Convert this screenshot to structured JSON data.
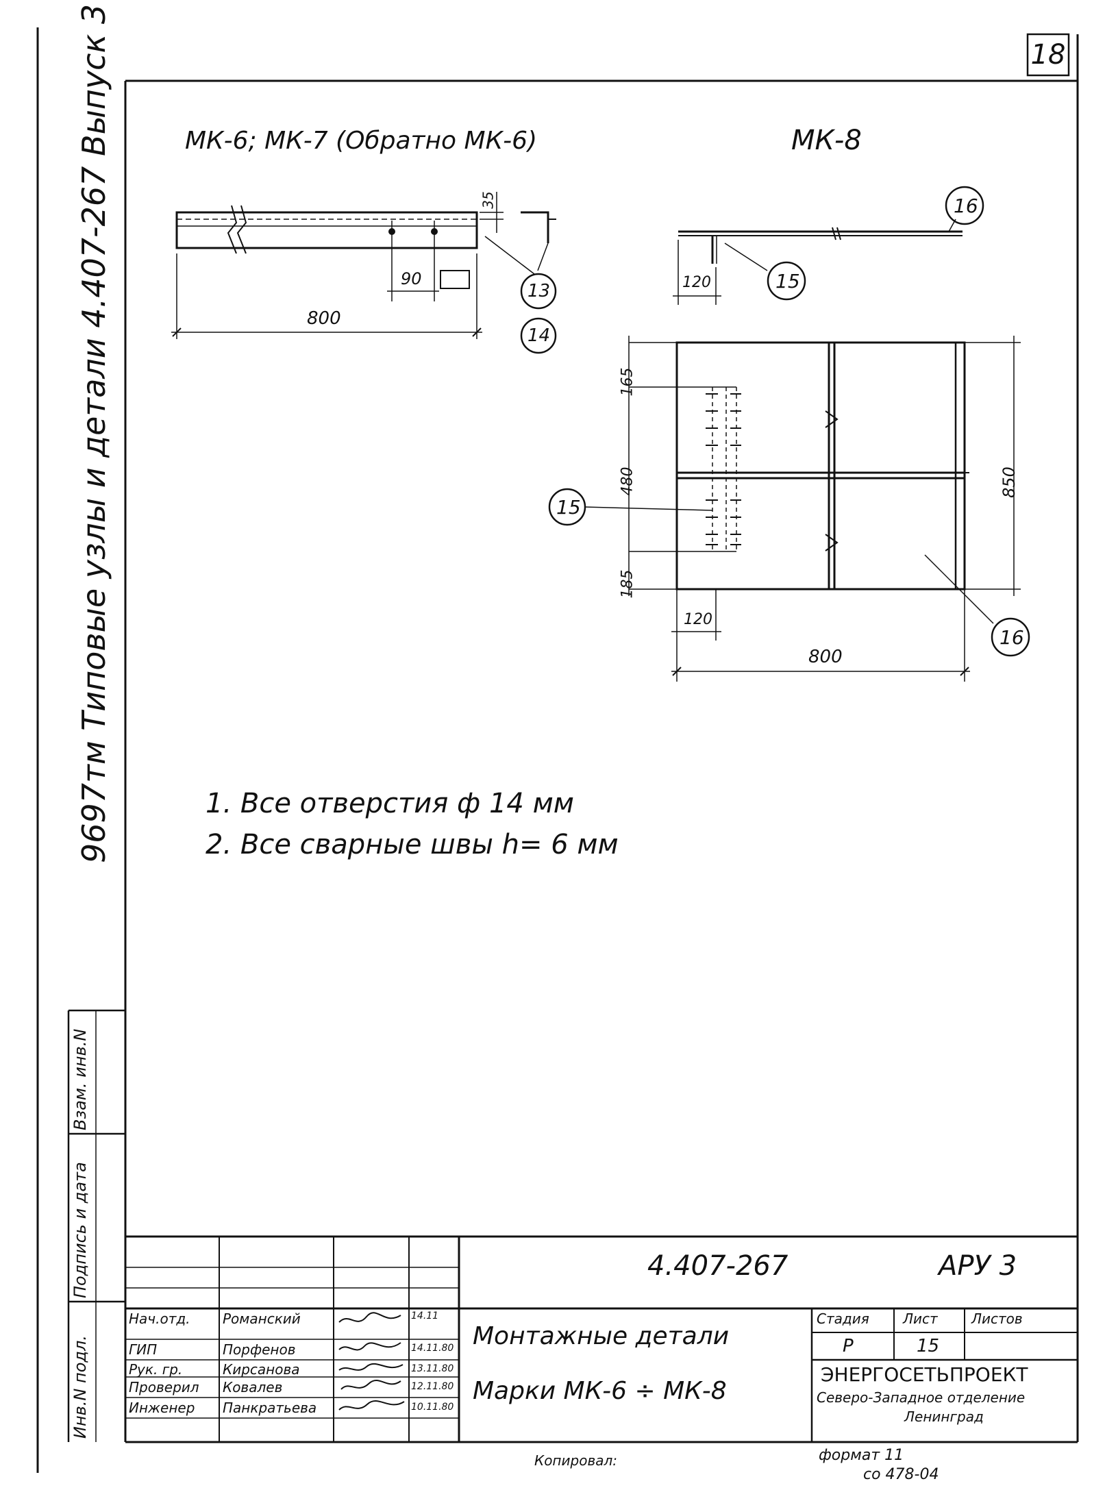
{
  "sheet_number": "18",
  "side_title": "9697тм   Типовые узлы и детали 4.407-267 Выпуск 3",
  "side_boxes": {
    "vzam": "Взам. инв.N",
    "podpis": "Подпись и дата",
    "inv": "Инв.N подл."
  },
  "view_left": {
    "title": "МК-6; МК-7 (Обратно МК-6)",
    "dims": {
      "d35": "35",
      "d90": "90",
      "d800": "800"
    },
    "callouts": [
      "13",
      "14"
    ]
  },
  "view_right": {
    "title": "МК-8",
    "dims": {
      "d120_top": "120",
      "d165": "165",
      "d480": "480",
      "d185": "185",
      "d850": "850",
      "d120_bottom": "120",
      "d800": "800"
    },
    "callouts": {
      "top16": "16",
      "top15": "15",
      "mid15": "15",
      "bottom16": "16"
    }
  },
  "notes": [
    "1. Все отверстия ф 14 мм",
    "2. Все сварные швы h= 6 мм"
  ],
  "title_block": {
    "doc_code": "4.407-267",
    "series": "АРУ 3",
    "roles": [
      "Нач.отд.",
      "ГИП",
      "Рук. гр.",
      "Проверил",
      "Инженер"
    ],
    "names": [
      "Романский",
      "Порфенов",
      "Кирсанова",
      "Ковалев",
      "Панкратьева"
    ],
    "dates": [
      "14.11",
      "14.11.80",
      "13.11.80",
      "12.11.80",
      "10.11.80"
    ],
    "description_line1": "Монтажные детали",
    "description_line2": "Марки МК-6 ÷ МК-8",
    "stage_header": "Стадия",
    "sheet_header": "Лист",
    "sheets_header": "Листов",
    "stage_value": "Р",
    "sheet_value": "15",
    "org_name": "ЭНЕРГОСЕТЬПРОЕКТ",
    "org_sub1": "Северо-Западное отделение",
    "org_sub2": "Ленинград"
  },
  "footer": {
    "copied": "Копировал:",
    "format": "формат 11",
    "code": "со 478-04"
  }
}
